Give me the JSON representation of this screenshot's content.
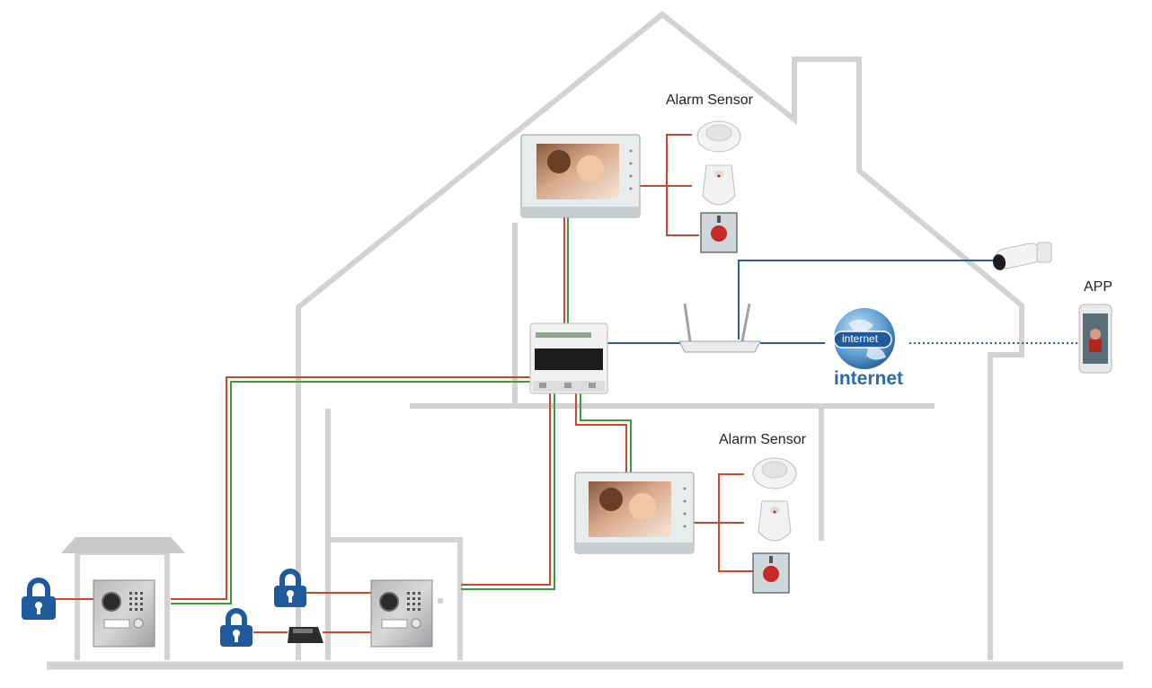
{
  "diagram": {
    "labels": {
      "alarm_sensor_upper": "Alarm Sensor",
      "alarm_sensor_lower": "Alarm Sensor",
      "app": "APP",
      "internet_bubble": "internet",
      "internet_caption": "internet"
    },
    "colors": {
      "house_outline": "#d3d3d3",
      "bus_red": "#d2472b",
      "bus_green": "#3f9a3f",
      "network_blue": "#2c5f93",
      "lock_blue": "#1f5a9c",
      "globe_blue": "#2f78b8"
    },
    "icons": [
      "indoor-monitor-icon",
      "alarm-sensor-smoke-icon",
      "alarm-sensor-pir-icon",
      "panic-button-icon",
      "ip-camera-icon",
      "router-icon",
      "internet-globe-icon",
      "smartphone-icon",
      "switch-hub-icon",
      "lock-icon",
      "outdoor-station-icon",
      "lock-controller-icon"
    ]
  }
}
